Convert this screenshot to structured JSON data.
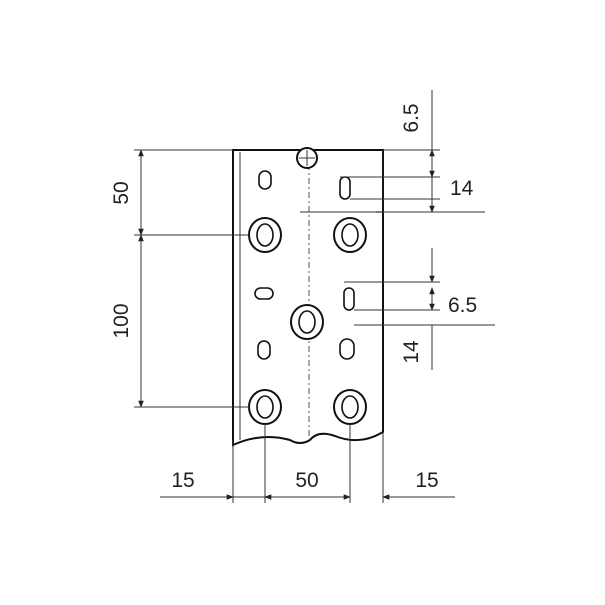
{
  "dimensions": {
    "left_top_spacing": "50",
    "left_hole_spacing": "100",
    "bottom_left_edge": "15",
    "bottom_center": "50",
    "bottom_right_edge": "15",
    "right_top_offset": "6.5",
    "right_top_slot": "14",
    "right_mid_offset": "6.5",
    "right_mid_slot": "14"
  },
  "colors": {
    "line": "#1a1a1a",
    "background": "#ffffff"
  }
}
